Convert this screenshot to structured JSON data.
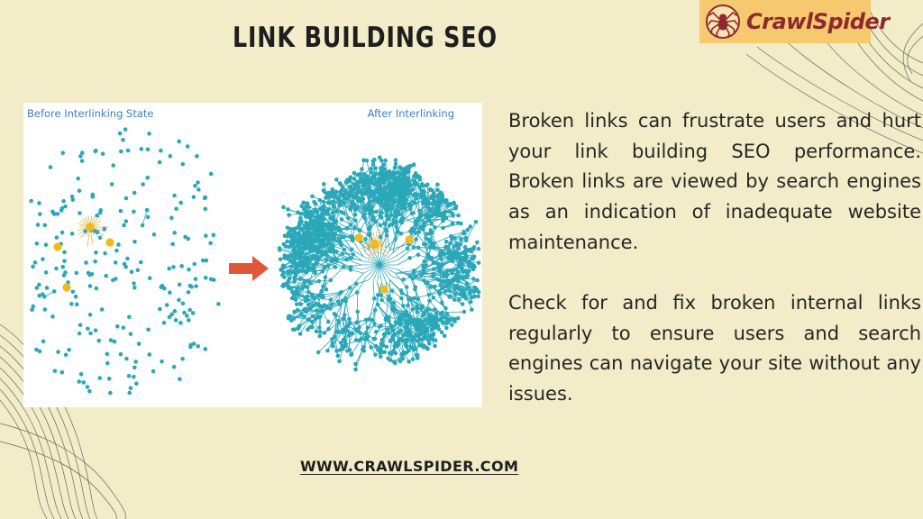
{
  "slide": {
    "title": "LINK BUILDING SEO",
    "url": "WWW.CRAWLSPIDER.COM"
  },
  "logo": {
    "text": "CrawlSpider",
    "icon": "spider-icon",
    "background": "#f7c96f",
    "text_color": "#8e2a2d"
  },
  "figure": {
    "before_label": "Before Interlinking State",
    "after_label": "After Interlinking",
    "arrow_icon": "right-arrow-icon",
    "colors": {
      "node": "#2aa7b8",
      "hub": "#f2b91c",
      "arrow": "#e0573c",
      "label": "#3c7fc4"
    }
  },
  "body": {
    "paragraph_1": "Broken links can frustrate users and hurt your link building SEO performance. Broken links are viewed by search engines as an indication of inadequate website maintenance.",
    "paragraph_2": "Check for and fix broken internal links regularly to ensure users and search engines can navigate your site without any issues."
  },
  "theme": {
    "background": "#f3ecc8",
    "text": "#262626"
  }
}
